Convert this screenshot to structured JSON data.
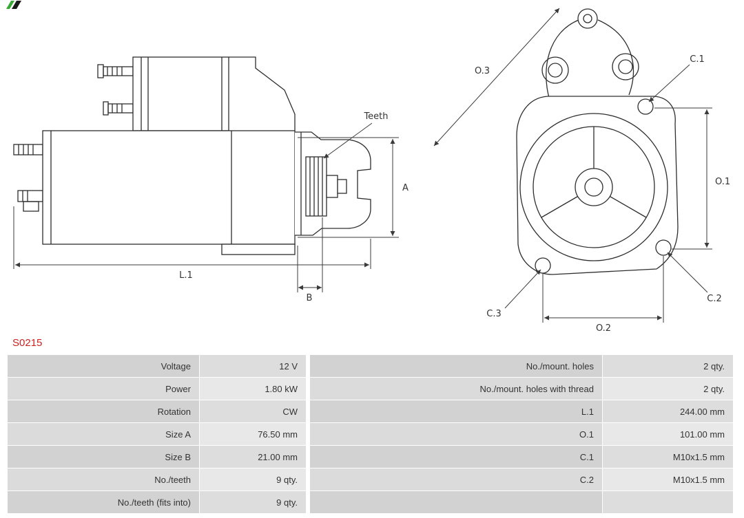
{
  "part_number": "S0215",
  "colors": {
    "part_number_red": "#cc2222",
    "table_label_bg": "#d2d2d2",
    "table_value_bg": "#dddddd",
    "logo_green": "#39a935"
  },
  "diagram": {
    "side": {
      "teeth": "Teeth",
      "a": "A",
      "b": "B",
      "l1": "L.1"
    },
    "front": {
      "o1": "O.1",
      "o2": "O.2",
      "o3": "O.3",
      "c1": "C.1",
      "c2": "C.2",
      "c3": "C.3"
    }
  },
  "table": {
    "left": [
      {
        "label": "Voltage",
        "value": "12 V"
      },
      {
        "label": "Power",
        "value": "1.80 kW"
      },
      {
        "label": "Rotation",
        "value": "CW"
      },
      {
        "label": "Size A",
        "value": "76.50 mm"
      },
      {
        "label": "Size B",
        "value": "21.00 mm"
      },
      {
        "label": "No./teeth",
        "value": "9 qty."
      },
      {
        "label": "No./teeth (fits into)",
        "value": "9 qty."
      }
    ],
    "right": [
      {
        "label": "No./mount. holes",
        "value": "2 qty."
      },
      {
        "label": "No./mount. holes with thread",
        "value": "2 qty."
      },
      {
        "label": "L.1",
        "value": "244.00 mm"
      },
      {
        "label": "O.1",
        "value": "101.00 mm"
      },
      {
        "label": "C.1",
        "value": "M10x1.5 mm"
      },
      {
        "label": "C.2",
        "value": "M10x1.5 mm"
      },
      {
        "label": "",
        "value": ""
      }
    ]
  }
}
